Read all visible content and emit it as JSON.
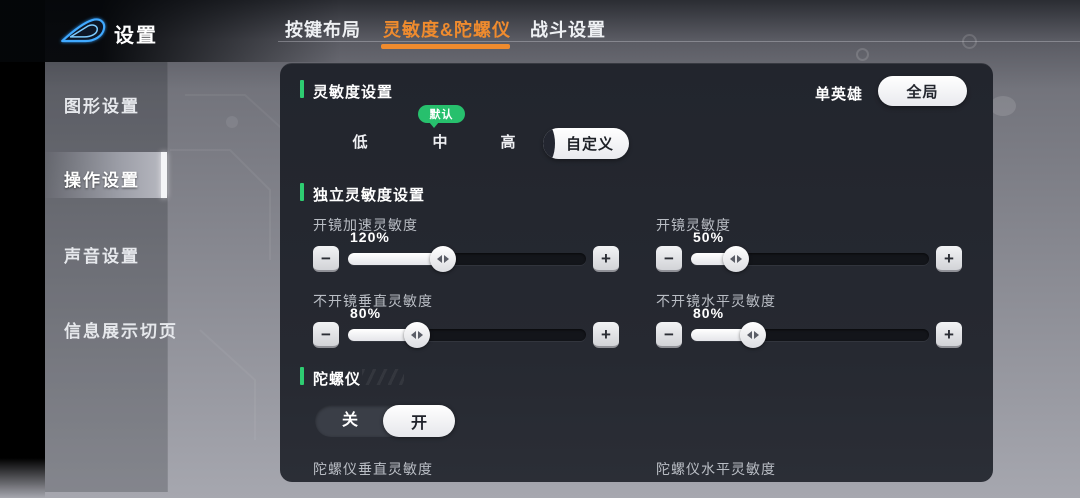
{
  "colors": {
    "accent_orange": "#ef8b2e",
    "accent_green": "#2ecc71",
    "badge_green": "#27c06d",
    "panel_bg": "#232630",
    "selection_white": "#ffffff"
  },
  "header": {
    "app_title": "设置",
    "tabs": [
      {
        "label": "按键布局",
        "active": false
      },
      {
        "label": "灵敏度&陀螺仪",
        "active": true
      },
      {
        "label": "战斗设置",
        "active": false
      }
    ]
  },
  "sidebar": {
    "items": [
      {
        "label": "图形设置",
        "active": false
      },
      {
        "label": "操作设置",
        "active": true
      },
      {
        "label": "声音设置",
        "active": false
      },
      {
        "label": "信息展示切页",
        "active": false
      }
    ]
  },
  "panel": {
    "sensitivity": {
      "title": "灵敏度设置",
      "hero_scope_label": "单英雄",
      "global_scope_label": "全局",
      "selected_scope": "全局",
      "default_badge": "默认",
      "presets": [
        "低",
        "中",
        "高",
        "自定义"
      ],
      "selected_preset": "自定义"
    },
    "independent": {
      "title": "独立灵敏度设置",
      "minus_label": "−",
      "plus_label": "+",
      "sliders": [
        {
          "label": "开镜加速灵敏度",
          "value": "120%",
          "track_pct": 40
        },
        {
          "label": "开镜灵敏度",
          "value": "50%",
          "track_pct": 19
        },
        {
          "label": "不开镜垂直灵敏度",
          "value": "80%",
          "track_pct": 29
        },
        {
          "label": "不开镜水平灵敏度",
          "value": "80%",
          "track_pct": 26
        }
      ]
    },
    "gyroscope": {
      "title": "陀螺仪",
      "off_label": "关",
      "on_label": "开",
      "state": "开",
      "bottom_labels": [
        "陀螺仪垂直灵敏度",
        "陀螺仪水平灵敏度"
      ]
    }
  }
}
